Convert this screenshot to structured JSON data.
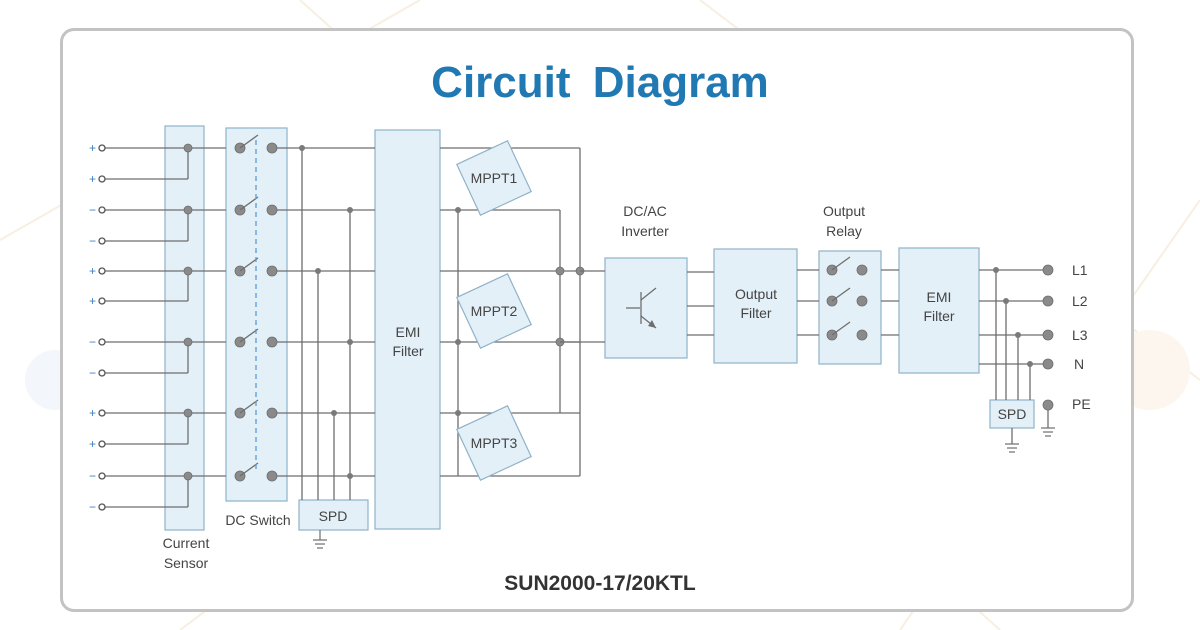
{
  "title": "Circuit  Diagram",
  "model": "SUN2000-17/20KTL",
  "colors": {
    "title": "#2179b3",
    "block_fill": "#e3f0f8",
    "block_stroke": "#8fb2c8",
    "wire": "#6e6e6e",
    "polarity": "#3b7fc4"
  },
  "inputs": {
    "polarity": [
      "+",
      "+",
      "−",
      "−",
      "+",
      "+",
      "−",
      "−",
      "+",
      "+",
      "−",
      "−"
    ]
  },
  "blocks": {
    "current_sensor": [
      "Current",
      "Sensor"
    ],
    "dc_switch": "DC Switch",
    "spd_dc": "SPD",
    "emi_filter_dc": [
      "EMI",
      "Filter"
    ],
    "mppt": [
      "MPPT1",
      "MPPT2",
      "MPPT3"
    ],
    "inverter": [
      "DC/AC",
      "Inverter"
    ],
    "output_filter": [
      "Output",
      "Filter"
    ],
    "output_relay": [
      "Output",
      "Relay"
    ],
    "emi_filter_ac": [
      "EMI",
      "Filter"
    ],
    "spd_ac": "SPD"
  },
  "outputs": [
    "L1",
    "L2",
    "L3",
    "N",
    "PE"
  ]
}
